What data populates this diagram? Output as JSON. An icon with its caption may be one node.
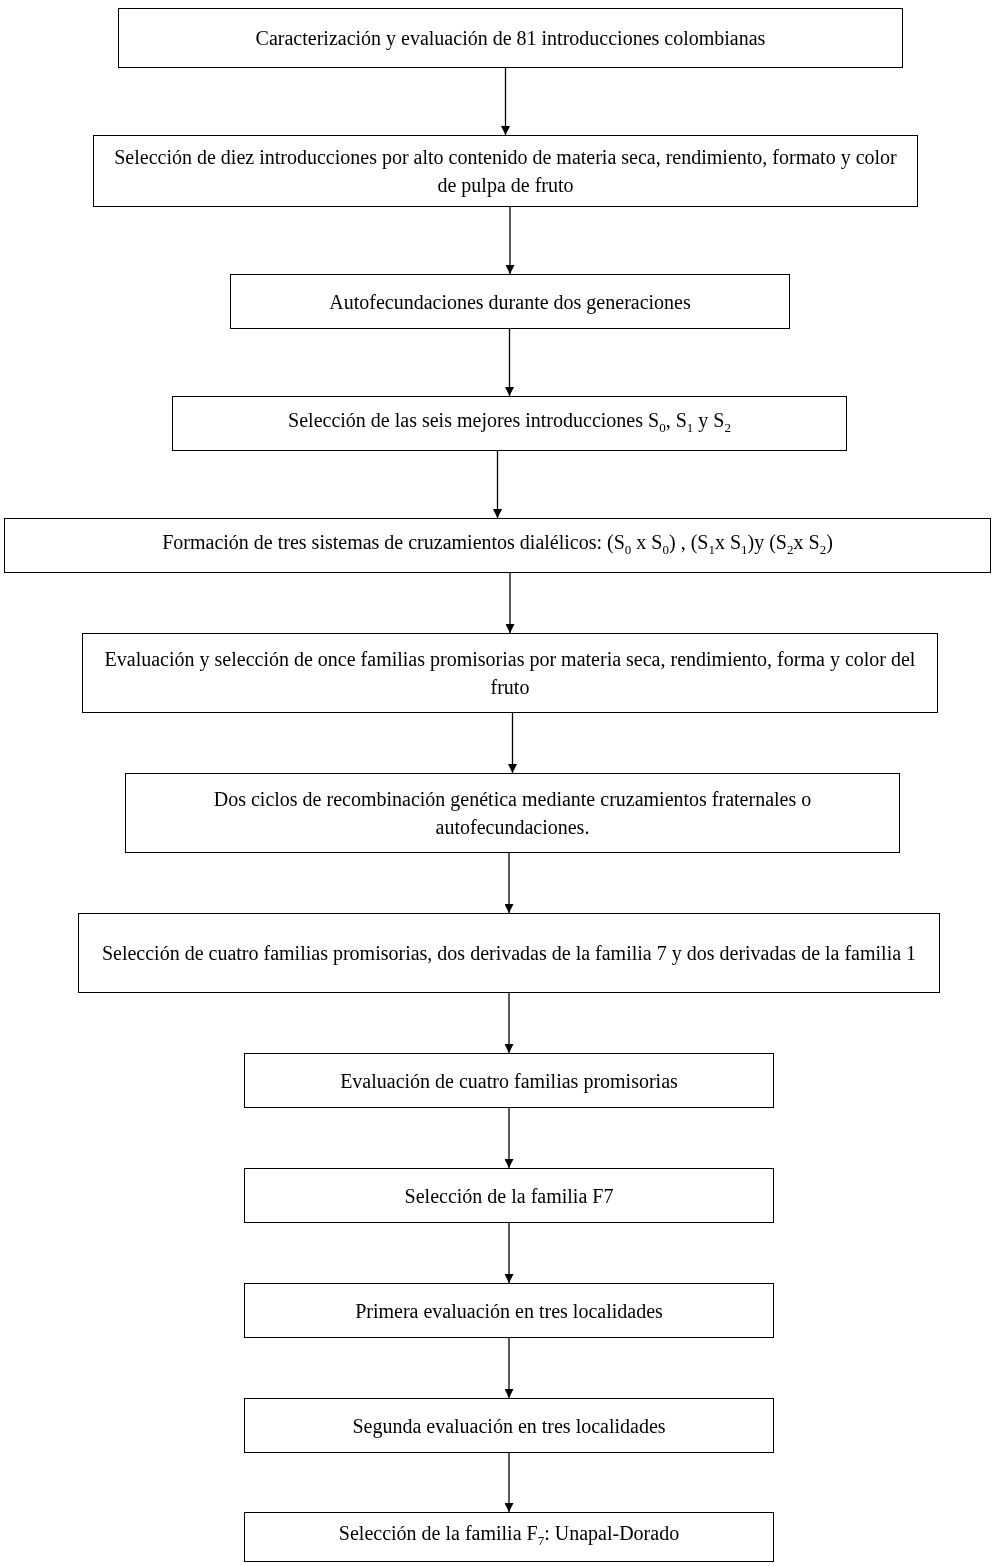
{
  "diagram": {
    "nodes": [
      {
        "text": [
          "Caracterización y evaluación de 81 introducciones colombianas"
        ]
      },
      {
        "text": [
          "Selección de diez introducciones por alto contenido de materia seca, rendimiento, formato y color de pulpa de fruto"
        ]
      },
      {
        "text": [
          "Autofecundaciones durante dos generaciones"
        ]
      },
      {
        "text": [
          "Selección de las seis mejores introducciones S$_{0}$, S$_{1}$ y S$_{2}$"
        ]
      },
      {
        "text": [
          "Formación de tres sistemas de cruzamientos dialélicos: (S$_{0}$ x S$_{0}$) , (S$_{1}$x S$_{1}$)y (S$_{2}$x S$_{2}$)"
        ]
      },
      {
        "text": [
          "Evaluación y selección de once familias promisorias por materia seca, rendimiento, forma y color del fruto"
        ]
      },
      {
        "text": [
          "Dos ciclos de recombinación genética mediante cruzamientos fraternales o autofecundaciones."
        ]
      },
      {
        "text": [
          "Selección de cuatro familias promisorias, dos derivadas de la familia 7 y dos derivadas de la familia 1"
        ]
      },
      {
        "text": [
          "Evaluación de cuatro familias promisorias"
        ]
      },
      {
        "text": [
          "Selección de la familia F7"
        ]
      },
      {
        "text": [
          "Primera evaluación en tres localidades"
        ]
      },
      {
        "text": [
          "Segunda evaluación en tres localidades"
        ]
      },
      {
        "text": [
          "Selección de la familia F$_{7}$: Unapal-Dorado"
        ]
      }
    ],
    "edges": [
      {
        "from": 0,
        "to": 1,
        "arrow": "to"
      },
      {
        "from": 1,
        "to": 2,
        "arrow": "to"
      },
      {
        "from": 2,
        "to": 3,
        "arrow": "to"
      },
      {
        "from": 3,
        "to": 4,
        "arrow": "to"
      },
      {
        "from": 4,
        "to": 5,
        "arrow": "to"
      },
      {
        "from": 5,
        "to": 6,
        "arrow": "to"
      },
      {
        "from": 6,
        "to": 7,
        "arrow": "to"
      },
      {
        "from": 7,
        "to": 8,
        "arrow": "to"
      },
      {
        "from": 8,
        "to": 9,
        "arrow": "to"
      },
      {
        "from": 9,
        "to": 10,
        "arrow": "to"
      },
      {
        "from": 10,
        "to": 11,
        "arrow": "to"
      },
      {
        "from": 11,
        "to": 12,
        "arrow": "to"
      }
    ]
  }
}
